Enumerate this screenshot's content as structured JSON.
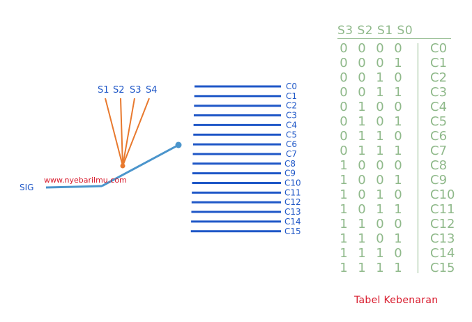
{
  "diagram": {
    "signal_label": "SIG",
    "select_labels": [
      "S1",
      "S2",
      "S3",
      "S4"
    ],
    "watermark": "www.nyebarilmu.com",
    "channels": [
      "C0",
      "C1",
      "C2",
      "C3",
      "C4",
      "C5",
      "C6",
      "C7",
      "C8",
      "C9",
      "C10",
      "C11",
      "C12",
      "C13",
      "C14",
      "C15"
    ],
    "colors": {
      "wire": "#1f57c7",
      "switch": "#4b95cc",
      "select": "#e8792e",
      "label": "#1f57c7"
    }
  },
  "table": {
    "headers": [
      "S3",
      "S2",
      "S1",
      "S0"
    ],
    "rows": [
      {
        "bits": [
          "0",
          "0",
          "0",
          "0"
        ],
        "out": "C0"
      },
      {
        "bits": [
          "0",
          "0",
          "0",
          "1"
        ],
        "out": "C1"
      },
      {
        "bits": [
          "0",
          "0",
          "1",
          "0"
        ],
        "out": "C2"
      },
      {
        "bits": [
          "0",
          "0",
          "1",
          "1"
        ],
        "out": "C3"
      },
      {
        "bits": [
          "0",
          "1",
          "0",
          "0"
        ],
        "out": "C4"
      },
      {
        "bits": [
          "0",
          "1",
          "0",
          "1"
        ],
        "out": "C5"
      },
      {
        "bits": [
          "0",
          "1",
          "1",
          "0"
        ],
        "out": "C6"
      },
      {
        "bits": [
          "0",
          "1",
          "1",
          "1"
        ],
        "out": "C7"
      },
      {
        "bits": [
          "1",
          "0",
          "0",
          "0"
        ],
        "out": "C8"
      },
      {
        "bits": [
          "1",
          "0",
          "0",
          "1"
        ],
        "out": "C9"
      },
      {
        "bits": [
          "1",
          "0",
          "1",
          "0"
        ],
        "out": "C10"
      },
      {
        "bits": [
          "1",
          "0",
          "1",
          "1"
        ],
        "out": "C11"
      },
      {
        "bits": [
          "1",
          "1",
          "0",
          "0"
        ],
        "out": "C12"
      },
      {
        "bits": [
          "1",
          "1",
          "0",
          "1"
        ],
        "out": "C13"
      },
      {
        "bits": [
          "1",
          "1",
          "1",
          "0"
        ],
        "out": "C14"
      },
      {
        "bits": [
          "1",
          "1",
          "1",
          "1"
        ],
        "out": "C15"
      }
    ],
    "color": "#8fb98a",
    "caption": "Tabel Kebenaran",
    "caption_color": "#d8192b"
  }
}
